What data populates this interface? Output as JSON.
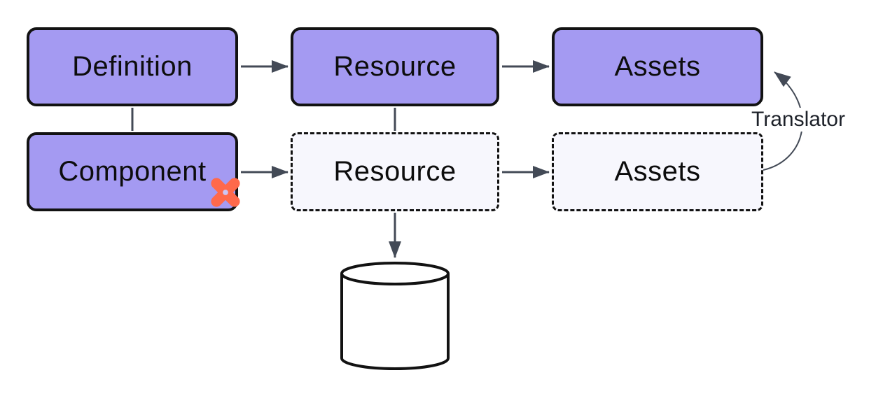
{
  "diagram": {
    "nodes": {
      "definition": {
        "label": "Definition",
        "style": "solid"
      },
      "resource": {
        "label": "Resource",
        "style": "solid"
      },
      "assets": {
        "label": "Assets",
        "style": "solid"
      },
      "component": {
        "label": "Component",
        "style": "solid",
        "icon": "dbt-logo-icon"
      },
      "ghost_resource": {
        "label": "Resource",
        "style": "dashed"
      },
      "ghost_assets": {
        "label": "Assets",
        "style": "dashed"
      }
    },
    "annotations": {
      "translator": "Translator"
    },
    "edges": [
      {
        "from": "definition",
        "to": "resource",
        "arrow": true
      },
      {
        "from": "resource",
        "to": "assets",
        "arrow": true
      },
      {
        "from": "definition",
        "to": "component",
        "arrow": false
      },
      {
        "from": "resource",
        "to": "ghost_resource",
        "arrow": false
      },
      {
        "from": "component",
        "to": "ghost_resource",
        "arrow": true
      },
      {
        "from": "ghost_resource",
        "to": "ghost_assets",
        "arrow": true
      },
      {
        "from": "ghost_resource",
        "to": "database",
        "arrow": true
      },
      {
        "from": "ghost_assets",
        "to": "assets",
        "arrow": true,
        "label": "Translator",
        "shape": "curved"
      }
    ],
    "icons": {
      "dbt": "dbt-logo-icon",
      "database": "database-cylinder-icon"
    },
    "colors": {
      "canvas_bg": "#ffffff",
      "node_fill": "#a49af2",
      "ghost_fill": "#f7f7fd",
      "node_border": "#121212",
      "connector": "#434a56",
      "dbt_orange": "#ff694b",
      "label_text": "#0d0d0d"
    }
  }
}
